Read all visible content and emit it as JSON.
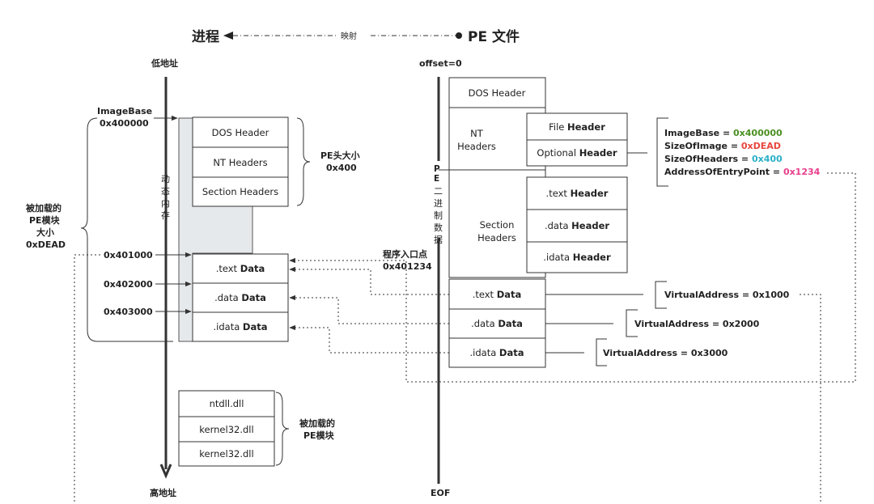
{
  "header": {
    "left": "进程",
    "right": "PE 文件",
    "arrow_label": "映射"
  },
  "process": {
    "low_addr": "低地址",
    "high_addr": "高地址",
    "dynamic_memory": [
      "动",
      "态",
      "内",
      "存"
    ],
    "image_base_label": "ImageBase",
    "image_base_value": "0x400000",
    "headers": [
      "DOS Header",
      "NT Headers",
      "Section Headers"
    ],
    "pe_header_size_label": "PE头大小",
    "pe_header_size_value": "0x400",
    "sections": [
      {
        "addr": "0x401000",
        "name": ".text",
        "suffix": "Data"
      },
      {
        "addr": "0x402000",
        "name": ".data",
        "suffix": "Data"
      },
      {
        "addr": "0x403000",
        "name": ".idata",
        "suffix": "Data"
      }
    ],
    "loaded_module_label": [
      "被加载的",
      "PE模块",
      "大小"
    ],
    "loaded_module_size": "0xDEAD",
    "entry_label": "程序入口点",
    "entry_value": "0x401234",
    "dlls": [
      "ntdll.dll",
      "kernel32.dll",
      "kernel32.dll"
    ],
    "dll_label": [
      "被加载的",
      "PE模块"
    ]
  },
  "pe": {
    "offset_label": "offset=0",
    "eof_label": "EOF",
    "binary_label": [
      "P",
      "E",
      "二",
      "进",
      "制",
      "数",
      "据"
    ],
    "dos_header": "DOS Header",
    "nt_headers": [
      "NT",
      "Headers"
    ],
    "file_header": {
      "prefix": "File",
      "bold": "Header"
    },
    "optional_header": {
      "prefix": "Optional",
      "bold": "Header"
    },
    "section_headers": [
      "Section",
      "Headers"
    ],
    "section_header_items": [
      {
        "prefix": ".text",
        "bold": "Header"
      },
      {
        "prefix": ".data",
        "bold": "Header"
      },
      {
        "prefix": ".idata",
        "bold": "Header"
      }
    ],
    "section_data": [
      {
        "prefix": ".text",
        "bold": "Data"
      },
      {
        "prefix": ".data",
        "bold": "Data"
      },
      {
        "prefix": ".idata",
        "bold": "Data"
      }
    ],
    "optional_fields": [
      {
        "name": "ImageBase = ",
        "value": "0x400000",
        "color": "#4a8f22"
      },
      {
        "name": "SizeOfImage = ",
        "value": "0xDEAD",
        "color": "#e8453c"
      },
      {
        "name": "SizeOfHeaders = ",
        "value": "0x400",
        "color": "#2ab0c8"
      },
      {
        "name": "AddressOfEntryPoint = ",
        "value": "0x1234",
        "color": "#e83e8c"
      }
    ],
    "virtual_addresses": [
      "VirtualAddress = 0x1000",
      "VirtualAddress = 0x2000",
      "VirtualAddress = 0x3000"
    ]
  },
  "colors": {
    "green": "#4a8f22",
    "red": "#e8453c",
    "cyan": "#2ab0c8",
    "pink": "#e83e8c",
    "memory_fill": "#e6e9ec"
  }
}
